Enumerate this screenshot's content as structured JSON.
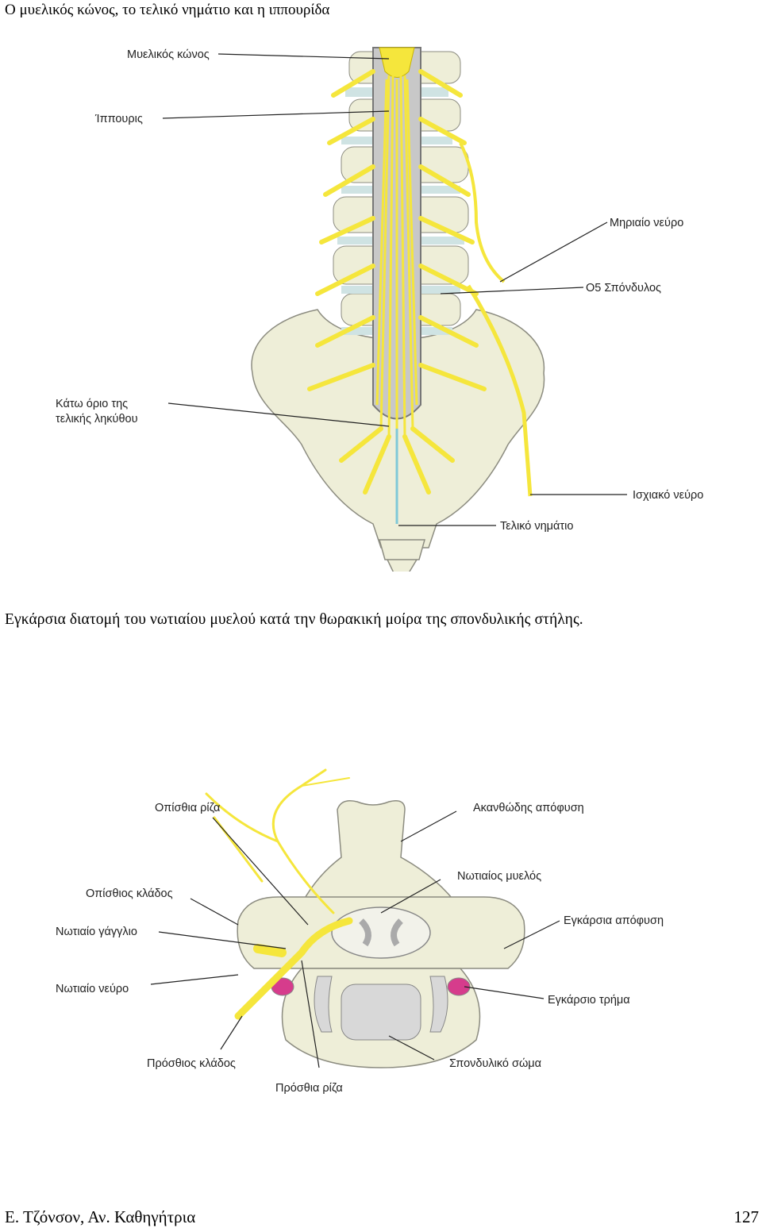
{
  "page_title": "Ο μυελικός κώνος, το τελικό νημάτιο και η ιππουρίδα",
  "figure1": {
    "labels": {
      "conus": "Μυελικός κώνος",
      "cauda": "Ίππουρις",
      "femoral": "Μηριαίο νεύρο",
      "s5": "Ο5 Σπόνδυλος",
      "dural_line1": "Κάτω όριο της",
      "dural_line2": "τελικής ληκύθου",
      "sciatic": "Ισχιακό νεύρο",
      "filum": "Τελικό νημάτιο"
    }
  },
  "caption": "Εγκάρσια διατομή  του νωτιαίου μυελού κατά την θωρακική μοίρα της σπονδυλικής στήλης.",
  "figure2": {
    "labels": {
      "posterior_root": "Οπίσθια ρίζα",
      "spinous_process": "Ακανθώδης απόφυση",
      "spinal_cord": "Νωτιαίος μυελός",
      "posterior_branch": "Οπίσθιος κλάδος",
      "ganglion": "Νωτιαίο γάγγλιο",
      "transverse_process": "Εγκάρσια απόφυση",
      "spinal_nerve": "Νωτιαίο νεύρο",
      "transverse_foramen": "Εγκάρσιο τρήμα",
      "anterior_branch": "Πρόσθιος κλάδος",
      "vertebral_body": "Σπονδυλικό σώμα",
      "anterior_root": "Πρόσθια ρίζα"
    }
  },
  "footer": {
    "author": "Ε. Τζόνσον, Αν. Καθηγήτρια",
    "page_number": "127"
  },
  "colors": {
    "nerve": "#f5e63c",
    "bone": "#eeeed8",
    "bone_outline": "#8c8c80",
    "cord": "#c8c8c8",
    "disc": "#cfe3e3",
    "foramen": "#d63c8c",
    "filum": "#7fc8d8"
  }
}
